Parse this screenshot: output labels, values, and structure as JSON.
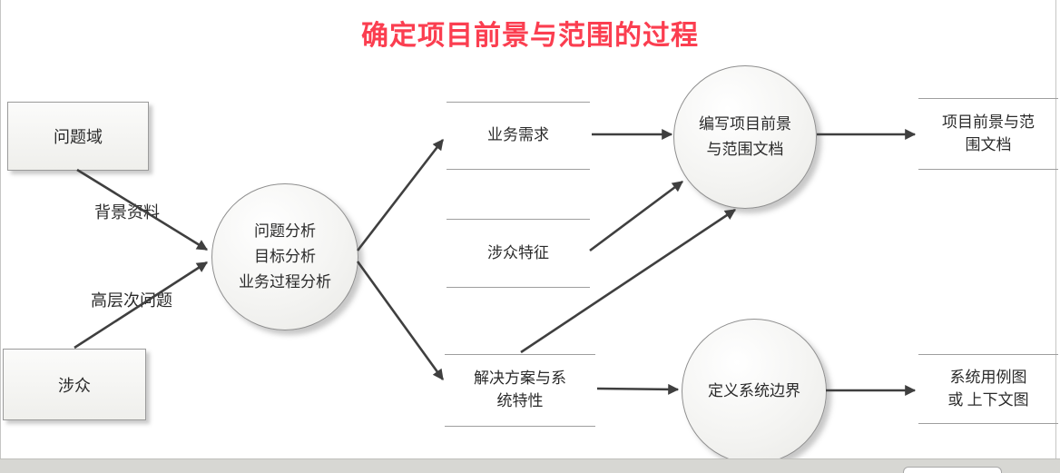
{
  "title": "确定项目前景与范围的过程",
  "colors": {
    "title": "#fb3e50",
    "arrow": "#3f3f3f",
    "store_line": "#9e9e9e",
    "node_border": "#8f8f8f"
  },
  "external_entities": [
    {
      "id": "problem-domain",
      "label": "问题域"
    },
    {
      "id": "stakeholders",
      "label": "涉众"
    }
  ],
  "processes": [
    {
      "id": "analysis",
      "label": "问题分析\n目标分析\n业务过程分析"
    },
    {
      "id": "write-doc",
      "label": "编写项目前景\n与范围文档"
    },
    {
      "id": "define-boundary",
      "label": "定义系统边界"
    }
  ],
  "data_stores": [
    {
      "id": "business-requirements",
      "label": "业务需求"
    },
    {
      "id": "stakeholder-traits",
      "label": "涉众特征"
    },
    {
      "id": "solution-features",
      "label": "解决方案与系\n统特性"
    },
    {
      "id": "vision-scope-doc",
      "label": "项目前景与范\n围文档"
    },
    {
      "id": "use-case-diagram",
      "label": "系统用例图\n或 上下文图"
    }
  ],
  "flow_labels": [
    {
      "id": "background-material",
      "label": "背景资料"
    },
    {
      "id": "high-level-problems",
      "label": "高层次问题"
    }
  ],
  "edges": [
    {
      "from": "问题域",
      "to": "问题分析",
      "label": "背景资料"
    },
    {
      "from": "涉众",
      "to": "问题分析",
      "label": "高层次问题"
    },
    {
      "from": "问题分析",
      "to": "业务需求",
      "label": ""
    },
    {
      "from": "问题分析",
      "to": "解决方案与系统特性",
      "label": ""
    },
    {
      "from": "业务需求",
      "to": "编写项目前景与范围文档",
      "label": ""
    },
    {
      "from": "涉众特征",
      "to": "编写项目前景与范围文档",
      "label": ""
    },
    {
      "from": "解决方案与系统特性",
      "to": "编写项目前景与范围文档",
      "label": ""
    },
    {
      "from": "解决方案与系统特性",
      "to": "定义系统边界",
      "label": ""
    },
    {
      "from": "编写项目前景与范围文档",
      "to": "项目前景与范围文档",
      "label": ""
    },
    {
      "from": "定义系统边界",
      "to": "系统用例图或上下文图",
      "label": ""
    }
  ]
}
